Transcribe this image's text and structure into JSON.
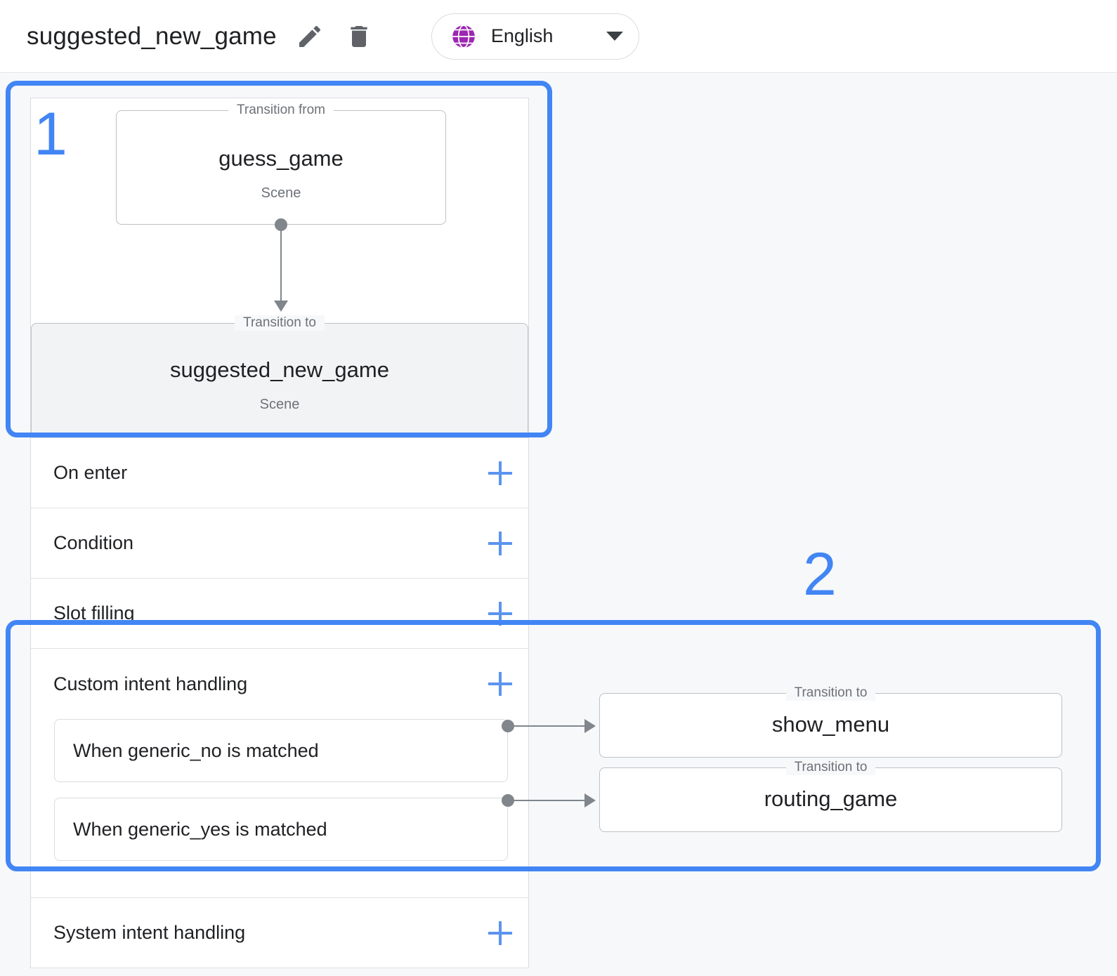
{
  "header": {
    "title": "suggested_new_game",
    "edit_icon": "pencil-icon",
    "delete_icon": "trash-icon",
    "language": {
      "icon": "globe-icon",
      "label": "English",
      "caret": "chevron-down-icon"
    }
  },
  "colors": {
    "annotation_blue": "#4285f4",
    "accent_blue": "#5c94f0",
    "globe_purple": "#9c27b0",
    "canvas_bg": "#f6f8fa",
    "node_fill": "#f1f3f4",
    "connector_gray": "#80868b"
  },
  "flow": {
    "transition_from": {
      "legend": "Transition from",
      "title": "guess_game",
      "subtitle": "Scene"
    },
    "transition_to": {
      "legend": "Transition to",
      "title": "suggested_new_game",
      "subtitle": "Scene"
    }
  },
  "rows": [
    {
      "label": "On enter",
      "add": "+"
    },
    {
      "label": "Condition",
      "add": "+"
    },
    {
      "label": "Slot filling",
      "add": "+"
    }
  ],
  "custom_intent_section": {
    "label": "Custom intent handling",
    "add": "+",
    "handlers": [
      {
        "label": "When generic_no is matched",
        "target": {
          "legend": "Transition to",
          "title": "show_menu"
        }
      },
      {
        "label": "When generic_yes is matched",
        "target": {
          "legend": "Transition to",
          "title": "routing_game"
        }
      }
    ]
  },
  "system_intent_row": {
    "label": "System intent handling",
    "add": "+"
  },
  "annotations": [
    {
      "number": "1"
    },
    {
      "number": "2"
    }
  ]
}
